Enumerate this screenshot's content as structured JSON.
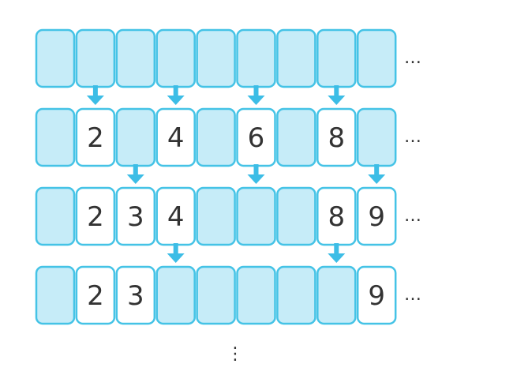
{
  "colors": {
    "cell_fill": "#c6ecf8",
    "cell_border": "#45c3e6",
    "selected_fill": "#ffffff",
    "arrow": "#3cbde6",
    "text": "#333333"
  },
  "rows": [
    {
      "cells": [
        {
          "value": "",
          "selected": false
        },
        {
          "value": "",
          "selected": false
        },
        {
          "value": "",
          "selected": false
        },
        {
          "value": "",
          "selected": false
        },
        {
          "value": "",
          "selected": false
        },
        {
          "value": "",
          "selected": false
        },
        {
          "value": "",
          "selected": false
        },
        {
          "value": "",
          "selected": false
        },
        {
          "value": "",
          "selected": false
        }
      ],
      "trailing": "…"
    },
    {
      "cells": [
        {
          "value": "",
          "selected": false
        },
        {
          "value": "2",
          "selected": true
        },
        {
          "value": "",
          "selected": false
        },
        {
          "value": "4",
          "selected": true
        },
        {
          "value": "",
          "selected": false
        },
        {
          "value": "6",
          "selected": true
        },
        {
          "value": "",
          "selected": false
        },
        {
          "value": "8",
          "selected": true
        },
        {
          "value": "",
          "selected": false
        }
      ],
      "trailing": "…"
    },
    {
      "cells": [
        {
          "value": "",
          "selected": false
        },
        {
          "value": "2",
          "selected": true
        },
        {
          "value": "3",
          "selected": true
        },
        {
          "value": "4",
          "selected": true
        },
        {
          "value": "",
          "selected": false
        },
        {
          "value": "",
          "selected": false
        },
        {
          "value": "",
          "selected": false
        },
        {
          "value": "8",
          "selected": true
        },
        {
          "value": "9",
          "selected": true
        }
      ],
      "trailing": "…"
    },
    {
      "cells": [
        {
          "value": "",
          "selected": false
        },
        {
          "value": "2",
          "selected": true
        },
        {
          "value": "3",
          "selected": true
        },
        {
          "value": "",
          "selected": false
        },
        {
          "value": "",
          "selected": false
        },
        {
          "value": "",
          "selected": false
        },
        {
          "value": "",
          "selected": false
        },
        {
          "value": "",
          "selected": false
        },
        {
          "value": "9",
          "selected": true
        }
      ],
      "trailing": "…"
    }
  ],
  "arrows": [
    {
      "between_rows": [
        0,
        1
      ],
      "columns": [
        1,
        3,
        5,
        7
      ]
    },
    {
      "between_rows": [
        1,
        2
      ],
      "columns": [
        2,
        5,
        8
      ]
    },
    {
      "between_rows": [
        2,
        3
      ],
      "columns": [
        3,
        7
      ]
    }
  ],
  "continuation": "⋮"
}
